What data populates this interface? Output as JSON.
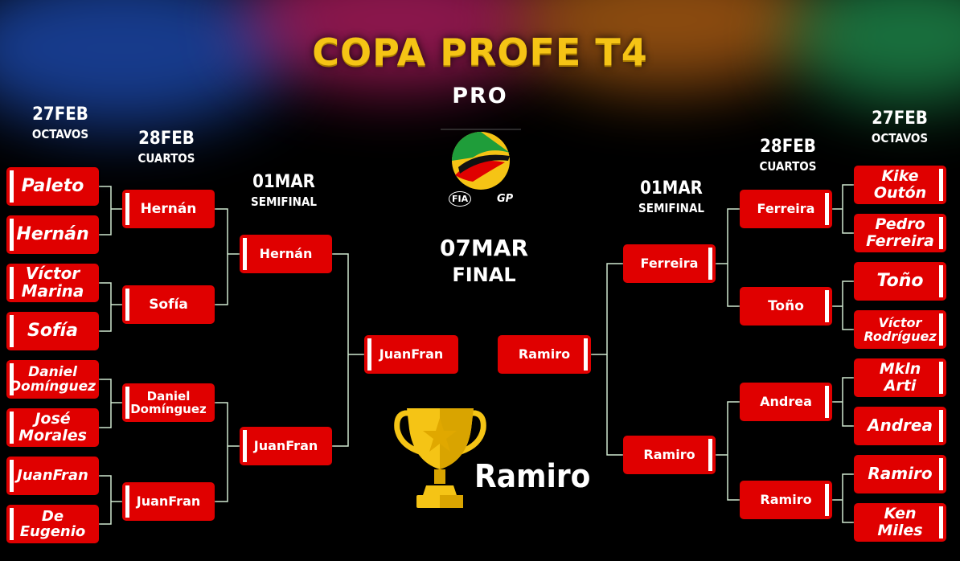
{
  "title": "COPA PROFE T4",
  "subtitle": "PRO",
  "left": {
    "octavos": {
      "date": "27FEB",
      "round": "OCTAVOS"
    },
    "cuartos": {
      "date": "28FEB",
      "round": "CUARTOS"
    },
    "semis": {
      "date": "01MAR",
      "round": "SEMIFINAL"
    },
    "r16": [
      "Paleto",
      "Hernán",
      "Víctor Marina",
      "Sofía",
      "Daniel Domínguez",
      "José Morales",
      "JuanFran",
      "De Eugenio"
    ],
    "qf": [
      "Hernán",
      "Sofía",
      "Daniel Domínguez",
      "JuanFran"
    ],
    "sf": [
      "Hernán",
      "JuanFran"
    ],
    "finalist": "JuanFran"
  },
  "right": {
    "octavos": {
      "date": "27FEB",
      "round": "OCTAVOS"
    },
    "cuartos": {
      "date": "28FEB",
      "round": "CUARTOS"
    },
    "semis": {
      "date": "01MAR",
      "round": "SEMIFINAL"
    },
    "r16": [
      "Kike Outón",
      "Pedro Ferreira",
      "Toño",
      "Víctor Rodríguez",
      "Mkln Arti",
      "Andrea",
      "Ramiro",
      "Ken Miles"
    ],
    "qf": [
      "Ferreira",
      "Toño",
      "Andrea",
      "Ramiro"
    ],
    "sf": [
      "Ferreira",
      "Ramiro"
    ],
    "finalist": "Ramiro"
  },
  "final": {
    "date": "07MAR",
    "round": "FINAL"
  },
  "champion": "Ramiro",
  "logo_text": {
    "fia": "FIA",
    "gp": "GP"
  },
  "colors": {
    "box": "#e00000",
    "title": "#f5c415",
    "line": "#cfe8cf",
    "background": "#000000"
  },
  "icons": [
    "trophy-icon",
    "league-logo-icon"
  ]
}
